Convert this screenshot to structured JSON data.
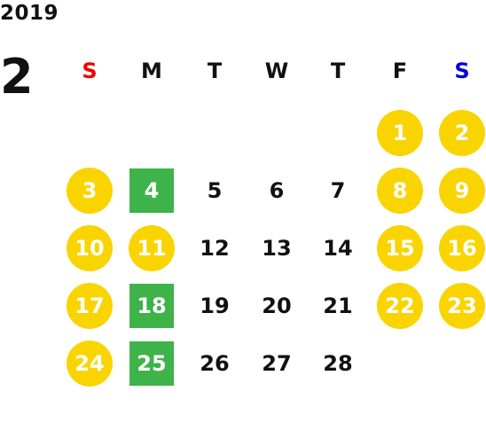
{
  "calendar": {
    "year": "2019",
    "month": "2",
    "weekdays": [
      {
        "label": "S",
        "color": "#ee0000"
      },
      {
        "label": "M",
        "color": "#111111"
      },
      {
        "label": "T",
        "color": "#111111"
      },
      {
        "label": "W",
        "color": "#111111"
      },
      {
        "label": "T",
        "color": "#111111"
      },
      {
        "label": "F",
        "color": "#111111"
      },
      {
        "label": "S",
        "color": "#0000dd"
      }
    ],
    "first_weekday_index": 5,
    "days": [
      {
        "day": "1",
        "style": "circle"
      },
      {
        "day": "2",
        "style": "circle"
      },
      {
        "day": "3",
        "style": "circle"
      },
      {
        "day": "4",
        "style": "square"
      },
      {
        "day": "5",
        "style": "plain"
      },
      {
        "day": "6",
        "style": "plain"
      },
      {
        "day": "7",
        "style": "plain"
      },
      {
        "day": "8",
        "style": "circle"
      },
      {
        "day": "9",
        "style": "circle"
      },
      {
        "day": "10",
        "style": "circle"
      },
      {
        "day": "11",
        "style": "circle"
      },
      {
        "day": "12",
        "style": "plain"
      },
      {
        "day": "13",
        "style": "plain"
      },
      {
        "day": "14",
        "style": "plain"
      },
      {
        "day": "15",
        "style": "circle"
      },
      {
        "day": "16",
        "style": "circle"
      },
      {
        "day": "17",
        "style": "circle"
      },
      {
        "day": "18",
        "style": "square"
      },
      {
        "day": "19",
        "style": "plain"
      },
      {
        "day": "20",
        "style": "plain"
      },
      {
        "day": "21",
        "style": "plain"
      },
      {
        "day": "22",
        "style": "circle"
      },
      {
        "day": "23",
        "style": "circle"
      },
      {
        "day": "24",
        "style": "circle"
      },
      {
        "day": "25",
        "style": "square"
      },
      {
        "day": "26",
        "style": "plain"
      },
      {
        "day": "27",
        "style": "plain"
      },
      {
        "day": "28",
        "style": "plain"
      }
    ],
    "colors": {
      "circle": "#fad400",
      "square": "#3db34a",
      "plain_text": "#111111"
    }
  }
}
